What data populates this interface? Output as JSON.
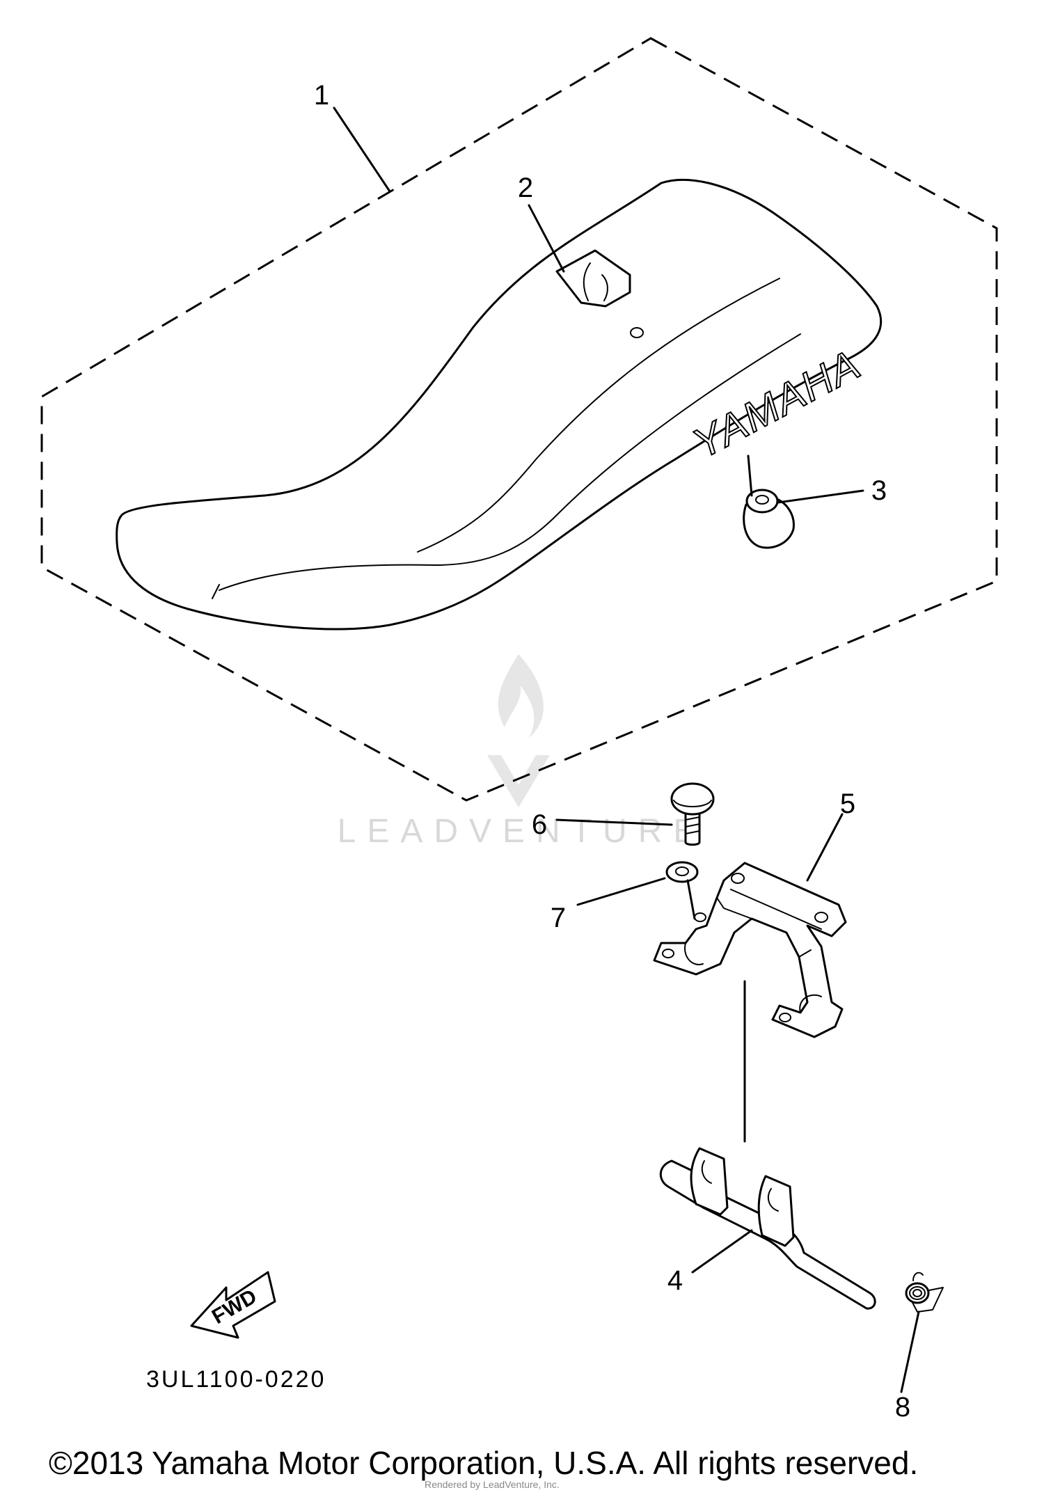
{
  "diagram": {
    "callouts": [
      {
        "id": "1",
        "label": "1"
      },
      {
        "id": "2",
        "label": "2"
      },
      {
        "id": "3",
        "label": "3"
      },
      {
        "id": "4",
        "label": "4"
      },
      {
        "id": "5",
        "label": "5"
      },
      {
        "id": "6",
        "label": "6"
      },
      {
        "id": "7",
        "label": "7"
      },
      {
        "id": "8",
        "label": "8"
      }
    ],
    "seat_brand": "YAMAHA",
    "fwd_label": "FWD",
    "diagram_code": "3UL1100-0220",
    "watermark": "LEADVENTURE",
    "small_print": "Rendered by LeadVenture, Inc.",
    "copyright": "©2013 Yamaha Motor Corporation, U.S.A. All rights reserved."
  }
}
